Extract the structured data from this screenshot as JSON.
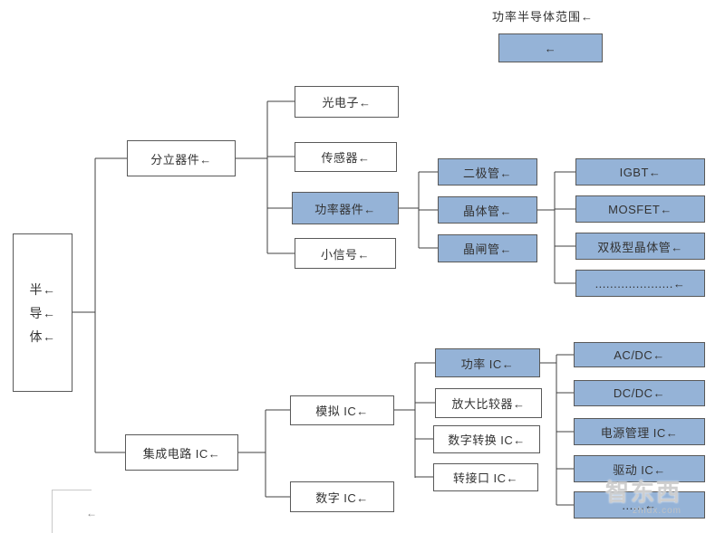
{
  "colors": {
    "highlight": "#95B3D7",
    "box_border": "#595959",
    "line": "#404040",
    "text": "#333333"
  },
  "legend": {
    "title": "功率半导体范围←",
    "box": "←"
  },
  "root": {
    "line1": "半←",
    "line2": "导←",
    "line3": "体←"
  },
  "level1": {
    "discrete": "分立器件←",
    "ic": "集成电路 IC←"
  },
  "discrete_children": {
    "opto": "光电子←",
    "sensor": "传感器←",
    "power_device": "功率器件←",
    "small_signal": "小信号←"
  },
  "power_device_children": {
    "diode": "二极管←",
    "transistor": "晶体管←",
    "thyristor": "晶闸管←"
  },
  "transistor_children": {
    "igbt": "IGBT←",
    "mosfet": "MOSFET←",
    "bjt": "双极型晶体管←",
    "more": ".....................←"
  },
  "ic_children": {
    "analog": "模拟 IC←",
    "digital": "数字 IC←"
  },
  "analog_children": {
    "power_ic": "功率 IC←",
    "amp": "放大比较器←",
    "dac": "数字转换 IC←",
    "interface": "转接口 IC←"
  },
  "power_ic_children": {
    "acdc": "AC/DC←",
    "dcdc": "DC/DC←",
    "pmic": "电源管理 IC←",
    "driver": "驱动 IC←",
    "more": "......←"
  },
  "footer": {
    "mark": "←"
  },
  "watermark": {
    "name": "智东西",
    "domain": "zhidx.com"
  }
}
